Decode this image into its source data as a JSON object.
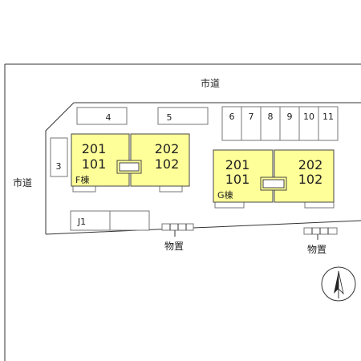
{
  "roads": {
    "north": "市道",
    "west": "市道"
  },
  "parking_top_left": [
    "4",
    "5"
  ],
  "parking_left_side": "3",
  "parking_right_row": [
    "6",
    "7",
    "8",
    "9",
    "10",
    "11"
  ],
  "parking_bottom_left": "J1",
  "building_f": {
    "label": "F棟",
    "unit_left_upper": "201",
    "unit_left_lower": "101",
    "unit_right_upper": "202",
    "unit_right_lower": "102"
  },
  "building_g": {
    "label": "G棟",
    "unit_left_upper": "201",
    "unit_left_lower": "101",
    "unit_right_upper": "202",
    "unit_right_lower": "102"
  },
  "storage_left": "物置",
  "storage_right": "物置",
  "compass": "north-arrow-icon",
  "colors": {
    "building_fill": "#ffff99",
    "lines": "#333333"
  }
}
